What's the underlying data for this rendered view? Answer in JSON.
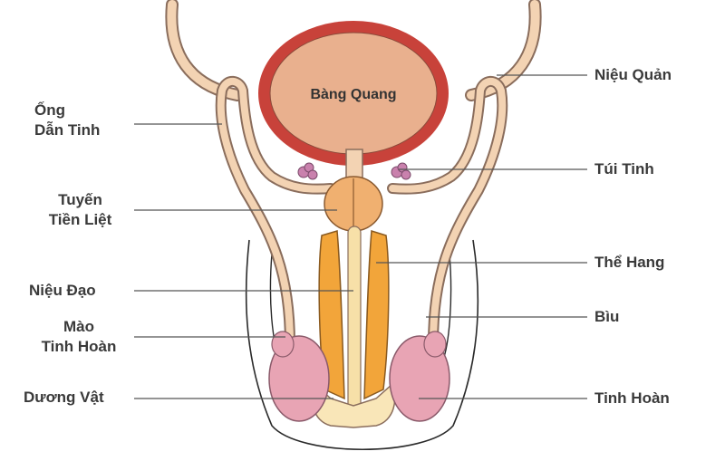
{
  "center_label": "Bàng Quang",
  "labels_left": {
    "ong_dan_tinh": [
      "Ống",
      "Dẫn Tinh"
    ],
    "tuyen_tien_liet": [
      "Tuyến",
      "Tiền Liệt"
    ],
    "nieu_dao": "Niệu Đạo",
    "mao_tinh_hoan": [
      "Mào",
      "Tinh Hoàn"
    ],
    "duong_vat": "Dương Vật"
  },
  "labels_right": {
    "nieu_quan": "Niệu Quản",
    "tui_tinh": "Túi Tinh",
    "the_hang": "Thể Hang",
    "biu": "Bìu",
    "tinh_hoan": "Tinh Hoàn"
  },
  "colors": {
    "bladder_wall": "#c8423a",
    "bladder_fill": "#e9b08e",
    "tube": "#f3d3b3",
    "outline": "#8a6d5c",
    "prostate": "#f0b070",
    "corpora": "#f2a53a",
    "testis": "#e8a4b4",
    "vesicle": "#c981ad",
    "label_text": "#3a3a3a",
    "leader_line": "#555555"
  }
}
